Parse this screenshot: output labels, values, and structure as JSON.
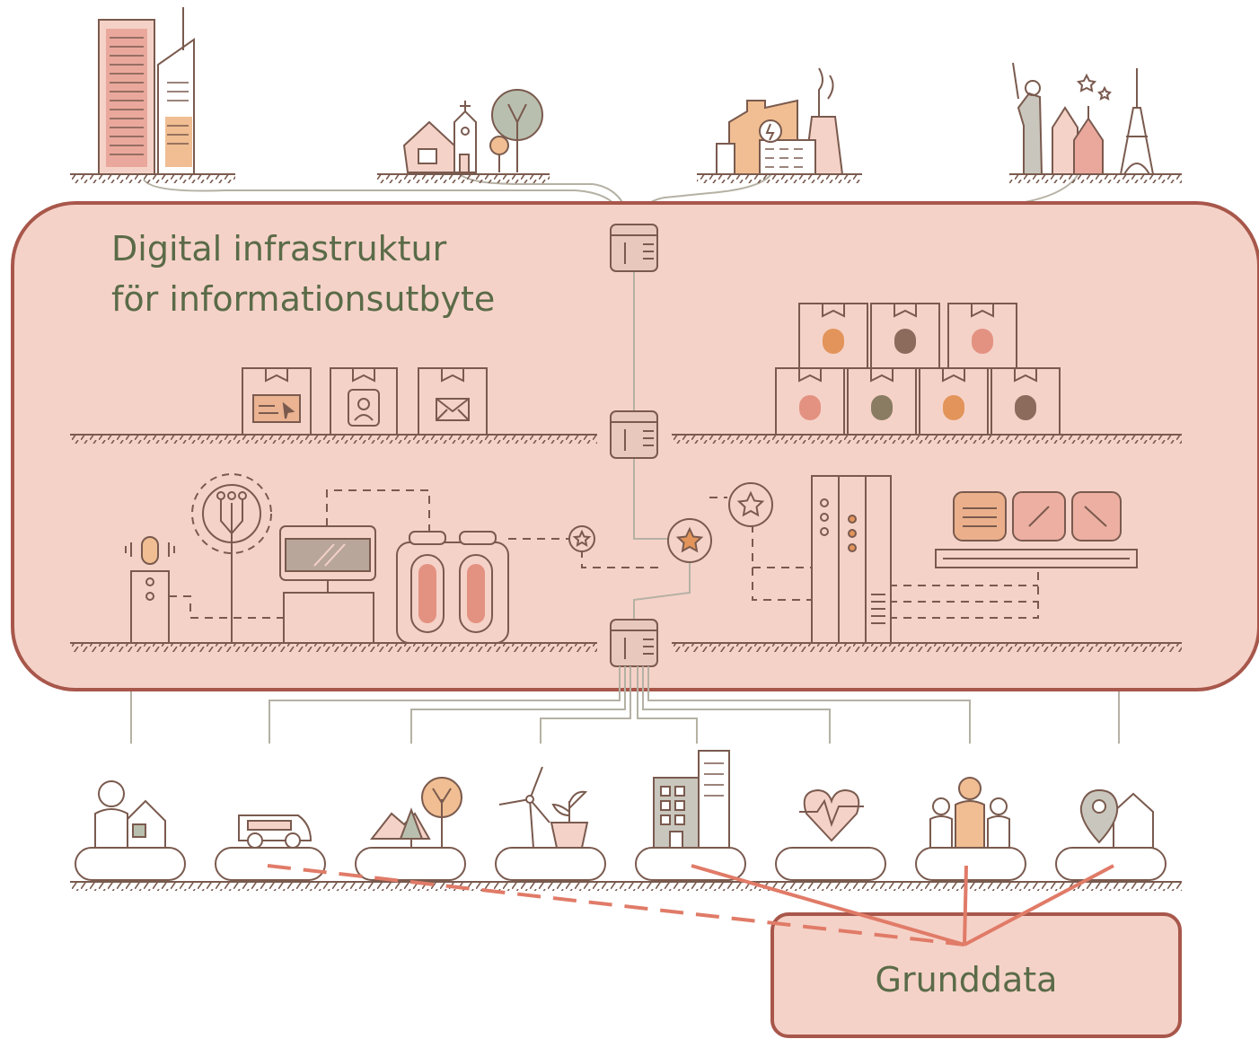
{
  "infrastructure": {
    "title_line1": "Digital infrastruktur",
    "title_line2": "för informationsutbyte"
  },
  "basedata": {
    "label": "Grunddata"
  },
  "colors": {
    "frame": "#a8574b",
    "fill_main": "#f5d2c8",
    "line": "#7a5a4e",
    "connector": "#b5b1a4",
    "accent_orange": "#e2945a",
    "accent_brown": "#8c6b5c",
    "accent_pink": "#e39282",
    "accent_olive": "#8a7c62",
    "accent_peach": "#f0be92",
    "gray": "#c9c6bd",
    "redline": "#e07b68",
    "text": "#5a6b48"
  },
  "icons": {
    "top_scenes": [
      "city-skyscraper-icon",
      "village-icon",
      "factory-icon",
      "landmarks-icon"
    ],
    "middle_shelf": [
      "payment-box-icon",
      "identity-box-icon",
      "message-box-icon"
    ],
    "bottom_scenes": [
      "person-home-icon",
      "bus-icon",
      "nature-icon",
      "wind-energy-icon",
      "office-building-icon",
      "health-heart-icon",
      "family-icon",
      "location-home-icon"
    ]
  }
}
